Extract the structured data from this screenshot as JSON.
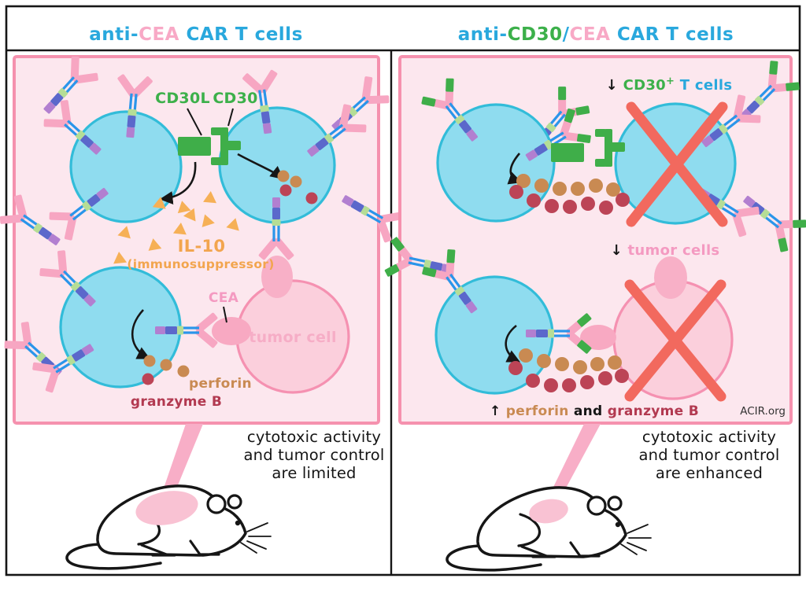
{
  "titles": {
    "left": {
      "part1": "anti-",
      "antigen": "CEA",
      "part3": " CAR T cells"
    },
    "right": {
      "part1": "anti-",
      "antigen1": "CD30",
      "slash": "/",
      "antigen2": "CEA",
      "part3": " CAR T cells"
    }
  },
  "left_panel": {
    "cd30l_label": "CD30L",
    "cd30_label": "CD30",
    "il10_label": "IL-10",
    "il10_sub": "(immunosuppressor)",
    "cea_label": "CEA",
    "tumor_cell_label": "tumor cell",
    "perforin_label": "perforin",
    "granzyme_label": "granzyme B",
    "caption_line1": "cytotoxic activity",
    "caption_line2": "and tumor control",
    "caption_line3": "are limited"
  },
  "right_panel": {
    "cd30_t_arrow": "↓ ",
    "cd30_t_label": "CD30",
    "cd30_t_sup": "+",
    "cd30_t_rest": " T cells",
    "tumor_arrow": "↓ ",
    "tumor_label": "tumor cells",
    "pg_arrow": "↑ ",
    "pg_perforin": "perforin",
    "pg_and": " and ",
    "pg_granzyme": "granzyme B",
    "credit": "ACIR.org",
    "caption_line1": "cytotoxic activity",
    "caption_line2": "and tumor control",
    "caption_line3": "are enhanced"
  },
  "colors": {
    "title_blue": "#29a8dd",
    "antigen_pink": "#f8a9c6",
    "cd30_green": "#3cb04a",
    "t_cell_fill": "#8fdcef",
    "t_cell_border": "#32bcd9",
    "tumor_fill": "#fbcfdc",
    "tumor_border": "#f591b1",
    "panel_fill": "#fce7ee",
    "panel_border": "#f591ae",
    "il10_orange": "#f2a54e",
    "triangle_orange": "#f6b056",
    "perforin_tan": "#c98a52",
    "granzyme_red": "#b23950",
    "cross_red": "#f2695e",
    "receptor_indigo": "#5b68cb",
    "receptor_purple": "#b27fd0",
    "stalk_blue": "#2a95ea",
    "band_green": "#b5dd96"
  }
}
